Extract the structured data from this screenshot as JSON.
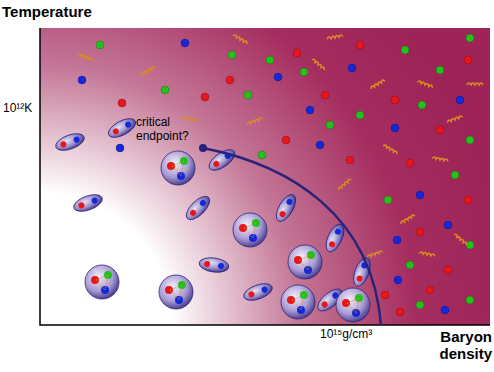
{
  "diagram": {
    "labels": [
      "Temperature",
      "10¹²K",
      "critical endpoint?",
      "10¹⁵g/cm³",
      "Baryon density"
    ]
  }
}
